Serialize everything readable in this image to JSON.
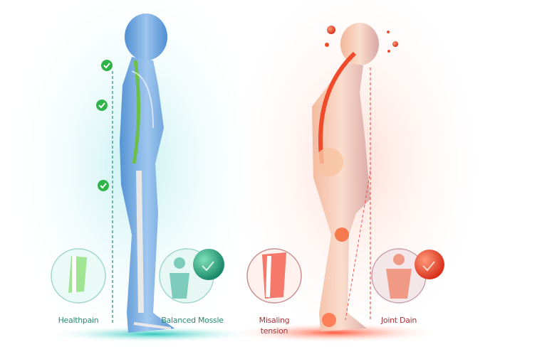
{
  "labels": {
    "left_circle_1": "Healthpain",
    "left_circle_2": "Balanced Mossle",
    "right_circle_1_line1": "Misaling",
    "right_circle_1_line2": "tension",
    "right_circle_2": "Joint Dain"
  },
  "colors": {
    "healthy_accent": "#2fb48a",
    "healthy_glow": "#9fe3e0",
    "healthy_body": "#5f9bd6",
    "pain_accent": "#f04a2a",
    "pain_glow": "#ffc4b8",
    "pain_body": "#f1c0a6"
  },
  "icons": {
    "check_marks": [
      "check-circle-icon",
      "check-circle-icon",
      "check-circle-icon"
    ],
    "healthy_badge": "check-sphere-icon",
    "pain_badge": "pain-sphere-icon"
  }
}
